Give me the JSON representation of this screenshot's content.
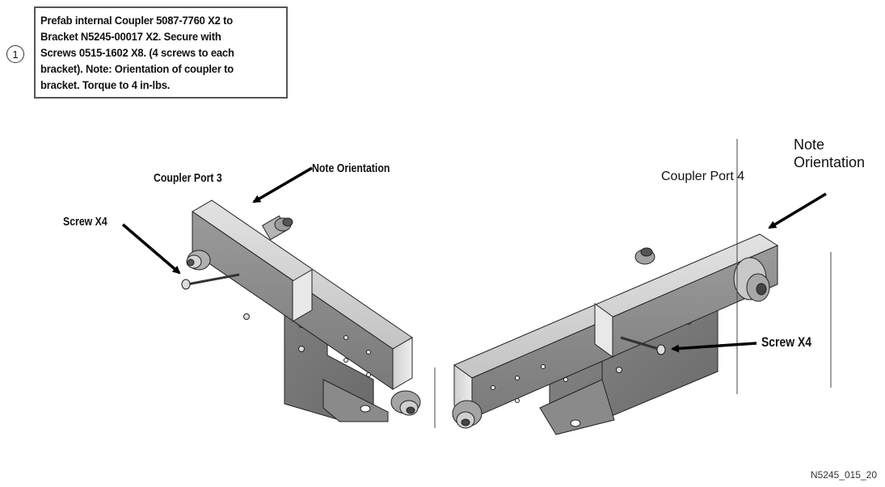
{
  "step": {
    "number": "1",
    "lines": [
      "Prefab internal Coupler 5087-7760 X2 to",
      "Bracket N5245-00017 X2. Secure with",
      "Screws 0515-1602 X8. (4 screws to each",
      "bracket). Note: Orientation of coupler to",
      "bracket. Torque to 4 in-lbs."
    ]
  },
  "left_assembly": {
    "port_label": "Coupler Port 3",
    "orientation_label": "Note Orientation",
    "screw_label": "Screw X4"
  },
  "right_assembly": {
    "port_label": "Coupler Port 4",
    "orientation_label_line1": "Note",
    "orientation_label_line2": "Orientation",
    "screw_label": "Screw X4"
  },
  "figure_id": "N5245_015_20",
  "colors": {
    "metal_light": "#d4d4d4",
    "metal_mid": "#a8a8a8",
    "metal_dark": "#6e6e6e",
    "outline": "#222222",
    "arrow": "#000000"
  }
}
